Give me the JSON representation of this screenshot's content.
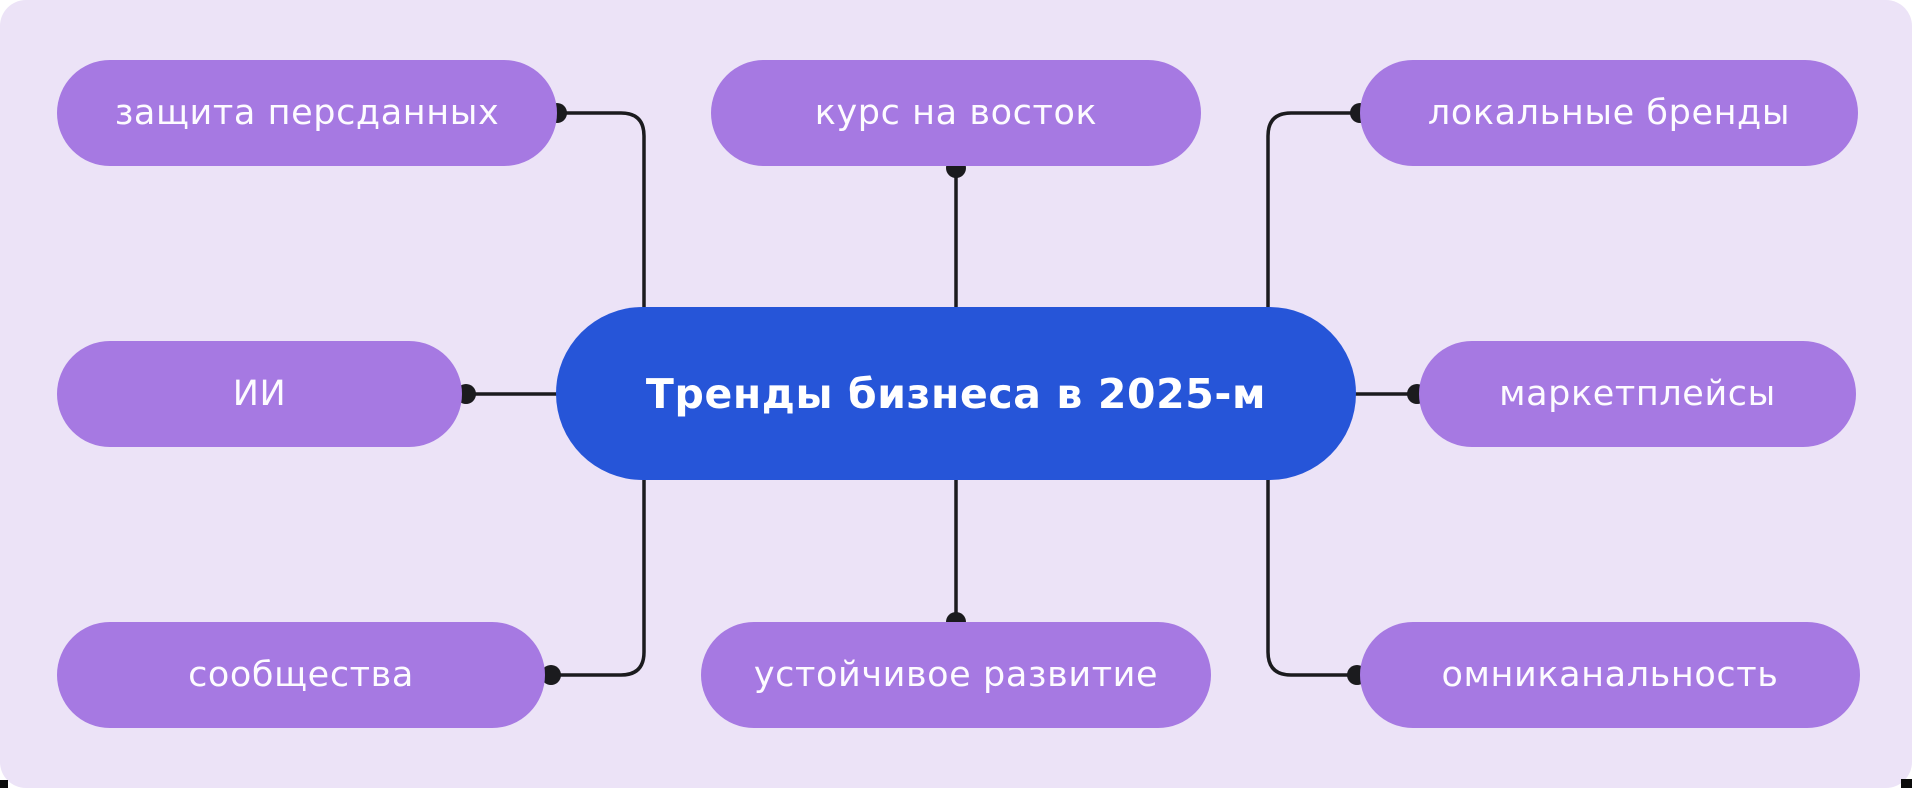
{
  "diagram": {
    "title": "Тренды бизнеса в 2025-м",
    "type": "mind-map",
    "center_node": {
      "label": "Тренды бизнеса в 2025-м"
    },
    "nodes": [
      {
        "label": "защита персданных",
        "position": "top-left"
      },
      {
        "label": "курс на восток",
        "position": "top-center"
      },
      {
        "label": "локальные бренды",
        "position": "top-right"
      },
      {
        "label": "ИИ",
        "position": "middle-left"
      },
      {
        "label": "маркетплейсы",
        "position": "middle-right"
      },
      {
        "label": "сообщества",
        "position": "bottom-left"
      },
      {
        "label": "устойчивое развитие",
        "position": "bottom-center"
      },
      {
        "label": "омниканальность",
        "position": "bottom-right"
      }
    ],
    "colors": {
      "background": "#ece3f7",
      "satellite_node": "#a679e2",
      "center_node": "#2655d8",
      "connector_line": "#1b1b1e",
      "node_text": "#fdfbff"
    }
  }
}
